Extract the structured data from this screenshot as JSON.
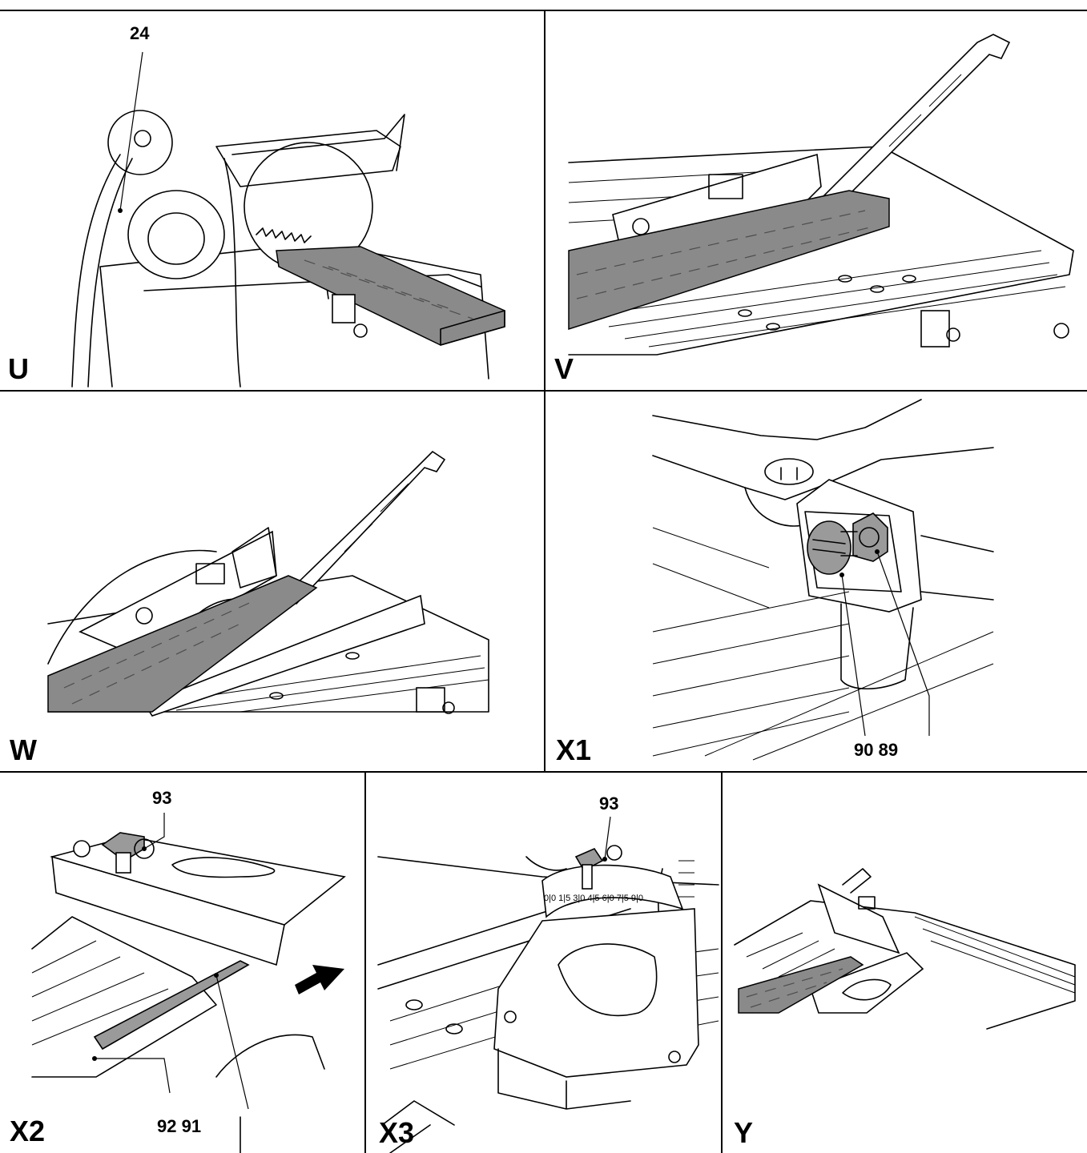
{
  "panels": [
    {
      "id": "U",
      "label": "U",
      "callouts": [
        "24"
      ]
    },
    {
      "id": "V",
      "label": "V",
      "callouts": []
    },
    {
      "id": "W",
      "label": "W",
      "callouts": []
    },
    {
      "id": "X1",
      "label": "X1",
      "callouts": [
        "90 89"
      ]
    },
    {
      "id": "X2",
      "label": "X2",
      "callouts": [
        "93",
        "92 91"
      ]
    },
    {
      "id": "X3",
      "label": "X3",
      "callouts": [
        "93"
      ],
      "scale_marks": "0|0 1|5 3|0 4|5 6|0 7|5 9|0"
    },
    {
      "id": "Y",
      "label": "Y",
      "callouts": []
    }
  ],
  "colors": {
    "ink": "#000000",
    "wood": "#8a8a8a",
    "background": "#ffffff"
  }
}
